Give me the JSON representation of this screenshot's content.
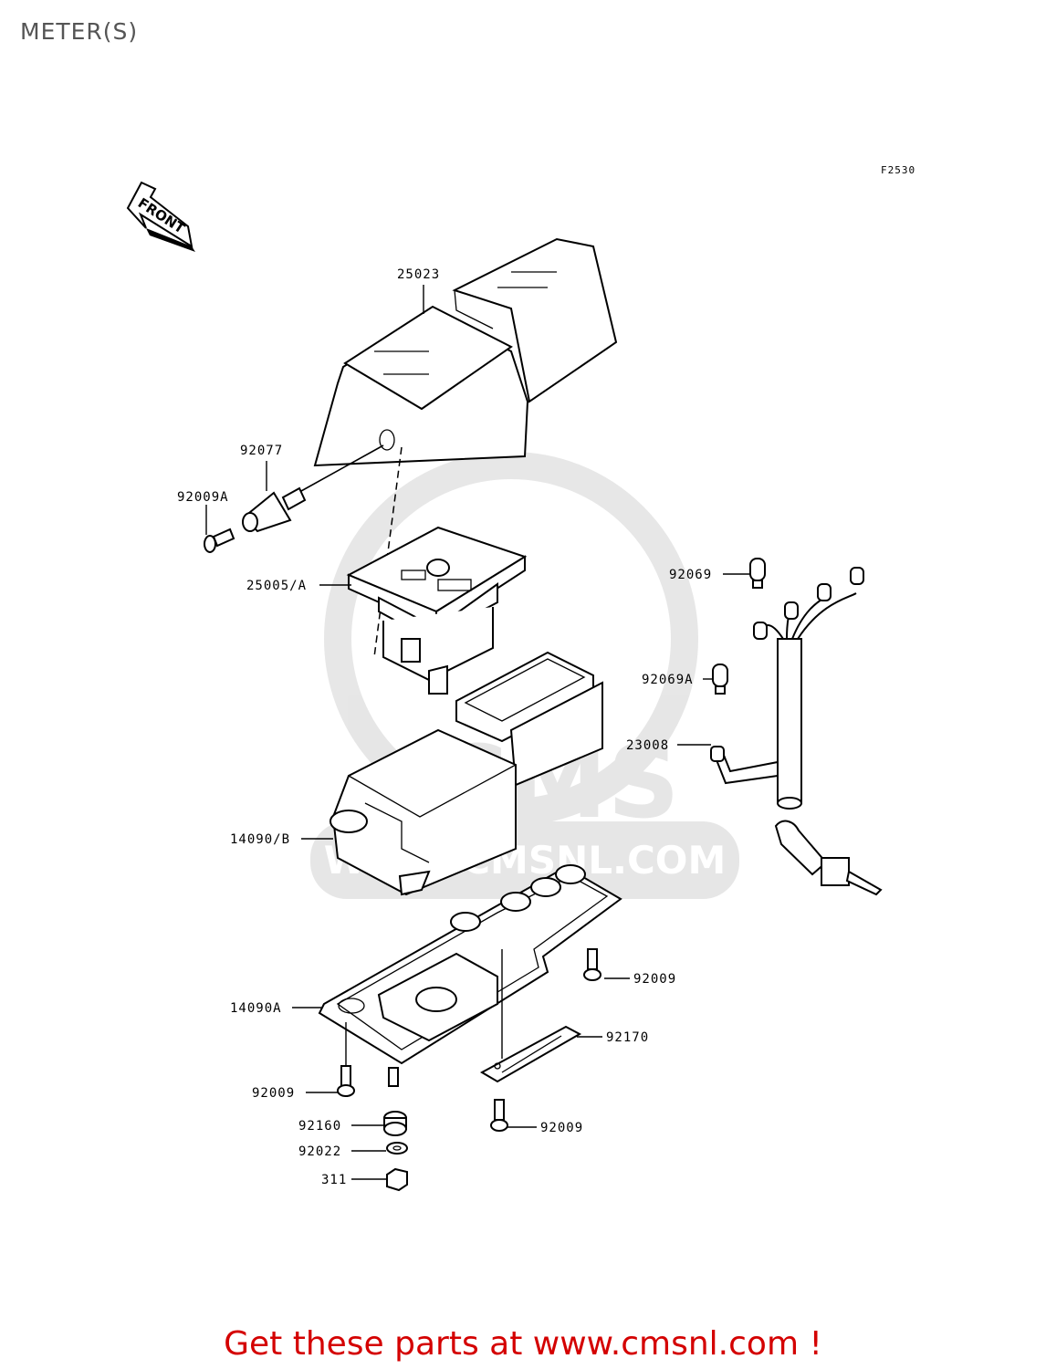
{
  "page": {
    "title": "METER(S)",
    "figure_code": "F2530",
    "front_marker": "FRONT",
    "watermark_text": "CMS",
    "watermark_url": "WWW.CMSNL.COM",
    "footer_cta": "Get these parts at www.cmsnl.com !",
    "cta_color": "#d40000"
  },
  "parts": [
    {
      "id": "p25023",
      "number": "25023"
    },
    {
      "id": "p92077",
      "number": "92077"
    },
    {
      "id": "p92009A",
      "number": "92009A"
    },
    {
      "id": "p25005A",
      "number": "25005/A"
    },
    {
      "id": "p92069",
      "number": "92069"
    },
    {
      "id": "p92069A",
      "number": "92069A"
    },
    {
      "id": "p23008",
      "number": "23008"
    },
    {
      "id": "p14090B",
      "number": "14090/B"
    },
    {
      "id": "p92009_r",
      "number": "92009"
    },
    {
      "id": "p14090A",
      "number": "14090A"
    },
    {
      "id": "p92170",
      "number": "92170"
    },
    {
      "id": "p92009_l",
      "number": "92009"
    },
    {
      "id": "p92160",
      "number": "92160"
    },
    {
      "id": "p92009_b",
      "number": "92009"
    },
    {
      "id": "p92022",
      "number": "92022"
    },
    {
      "id": "p311",
      "number": "311"
    }
  ]
}
